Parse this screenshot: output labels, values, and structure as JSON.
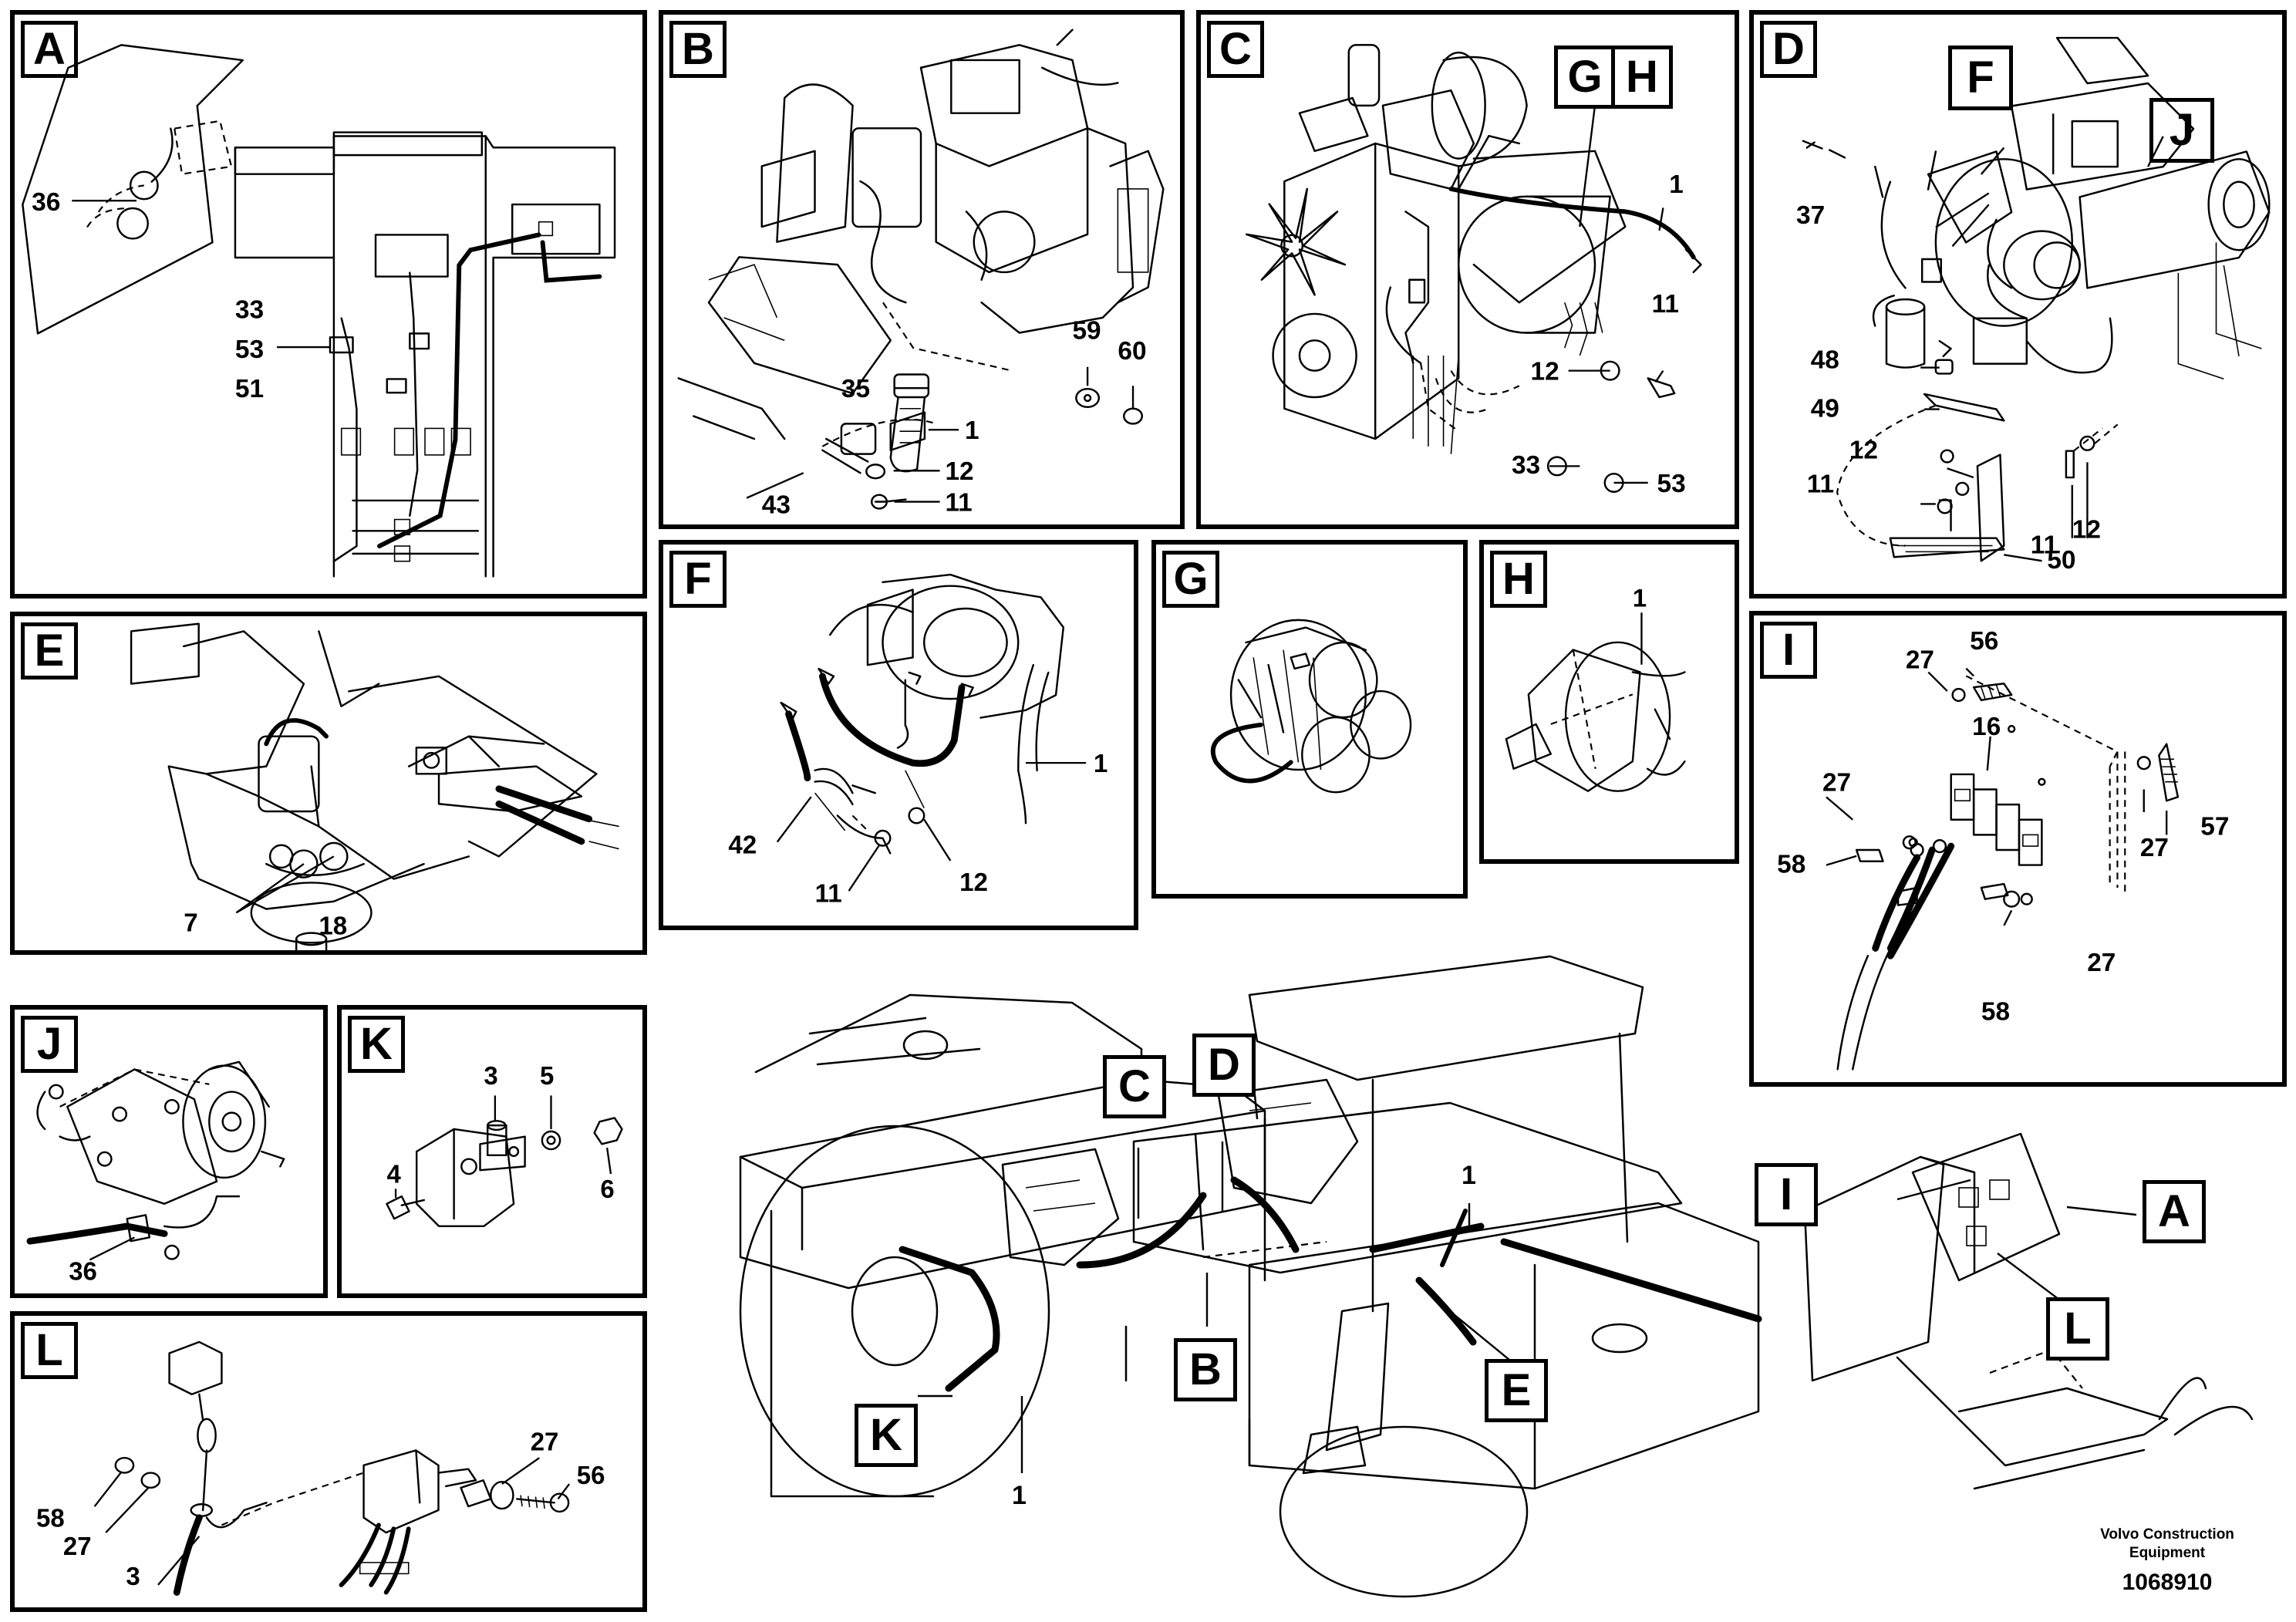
{
  "panels": {
    "A": {
      "letter": "A",
      "labels": {
        "p36": "36",
        "p33": "33",
        "p53": "53",
        "p51": "51"
      }
    },
    "B": {
      "letter": "B",
      "labels": {
        "p59": "59",
        "p60": "60",
        "p35": "35",
        "p1": "1",
        "p12": "12",
        "p43": "43",
        "p11": "11"
      }
    },
    "C": {
      "letter": "C",
      "callouts": [
        "G",
        "H"
      ],
      "labels": {
        "p1": "1",
        "p11": "11",
        "p12": "12",
        "p33": "33",
        "p53": "53"
      }
    },
    "D": {
      "letter": "D",
      "callouts": [
        "F",
        "J"
      ],
      "labels": {
        "p37": "37",
        "p48": "48",
        "p49": "49",
        "p12a": "12",
        "p11a": "11",
        "p50": "50",
        "p11b": "11",
        "p12b": "12"
      }
    },
    "E": {
      "letter": "E",
      "labels": {
        "p7": "7",
        "p18": "18"
      }
    },
    "F": {
      "letter": "F",
      "labels": {
        "p1": "1",
        "p42": "42",
        "p11": "11",
        "p12": "12"
      }
    },
    "G": {
      "letter": "G"
    },
    "H": {
      "letter": "H",
      "labels": {
        "p1": "1"
      }
    },
    "I": {
      "letter": "I",
      "labels": {
        "p27a": "27",
        "p56": "56",
        "p16": "16",
        "p27b": "27",
        "p57": "57",
        "p58a": "58",
        "p27c": "27",
        "p27d": "27",
        "p58b": "58"
      }
    },
    "J": {
      "letter": "J",
      "labels": {
        "p36": "36"
      }
    },
    "K": {
      "letter": "K",
      "labels": {
        "p3": "3",
        "p5": "5",
        "p4": "4",
        "p6": "6"
      }
    },
    "L": {
      "letter": "L",
      "labels": {
        "p27a": "27",
        "p56": "56",
        "p58": "58",
        "p27b": "27",
        "p3": "3"
      }
    }
  },
  "overview": {
    "callouts": {
      "C": "C",
      "D": "D",
      "B": "B",
      "K": "K",
      "E": "E"
    },
    "labels": {
      "p1a": "1",
      "p1b": "1"
    }
  },
  "dashboard": {
    "callouts": {
      "I": "I",
      "A": "A",
      "L": "L"
    }
  },
  "footer": {
    "company": "Volvo Construction Equipment",
    "part_number": "1068910"
  }
}
